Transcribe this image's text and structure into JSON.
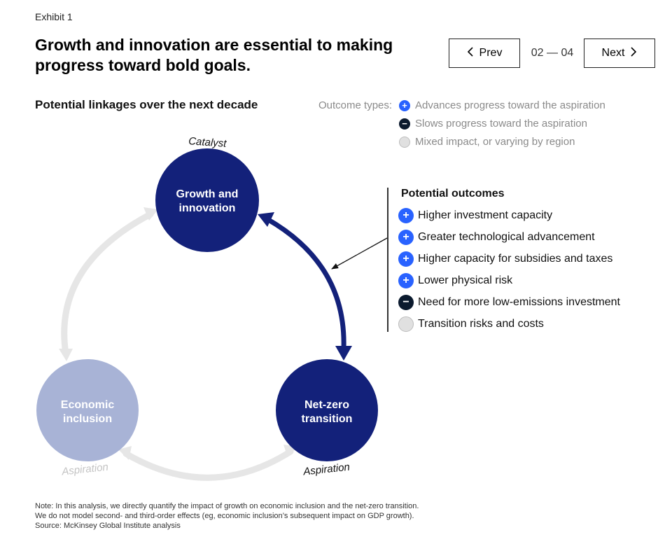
{
  "exhibit_label": "Exhibit 1",
  "headline": "Growth and innovation are essential to making progress toward bold goals.",
  "pager": {
    "prev_label": "Prev",
    "next_label": "Next",
    "count": "02 — 04"
  },
  "subtitle": "Potential linkages over the next decade",
  "legend": {
    "label": "Outcome types:",
    "items": [
      {
        "type": "plus",
        "label": "Advances progress toward the aspiration"
      },
      {
        "type": "minus",
        "label": "Slows progress toward the aspiration"
      },
      {
        "type": "mixed",
        "label": "Mixed impact, or varying by region"
      }
    ]
  },
  "nodes": {
    "growth": {
      "line1": "Growth and",
      "line2": "innovation",
      "tag": "Catalyst",
      "color": "#13217a"
    },
    "netzero": {
      "line1": "Net-zero",
      "line2": "transition",
      "tag": "Aspiration",
      "color": "#13217a"
    },
    "economic": {
      "line1": "Economic",
      "line2": "inclusion",
      "tag": "Aspiration",
      "color": "#a8b3d6"
    }
  },
  "outcomes": {
    "title": "Potential outcomes",
    "items": [
      {
        "type": "plus",
        "label": "Higher investment capacity"
      },
      {
        "type": "plus",
        "label": "Greater technological advancement"
      },
      {
        "type": "plus",
        "label": "Higher capacity for subsidies and taxes"
      },
      {
        "type": "plus",
        "label": "Lower physical risk"
      },
      {
        "type": "minus",
        "label": "Need for more low-emissions investment"
      },
      {
        "type": "mixed",
        "label": "Transition risks and costs"
      }
    ]
  },
  "notes": [
    "Note: In this analysis, we directly quantify the impact of growth on economic inclusion and the net-zero transition.",
    "We do not model second- and third-order effects (eg, economic inclusion’s subsequent impact on GDP growth).",
    "Source: McKinsey Global Institute analysis"
  ],
  "colors": {
    "active_arrow": "#13217a",
    "inactive_arrow": "#e6e6e6",
    "plus": "#2962ff",
    "minus": "#0b1a2e"
  }
}
